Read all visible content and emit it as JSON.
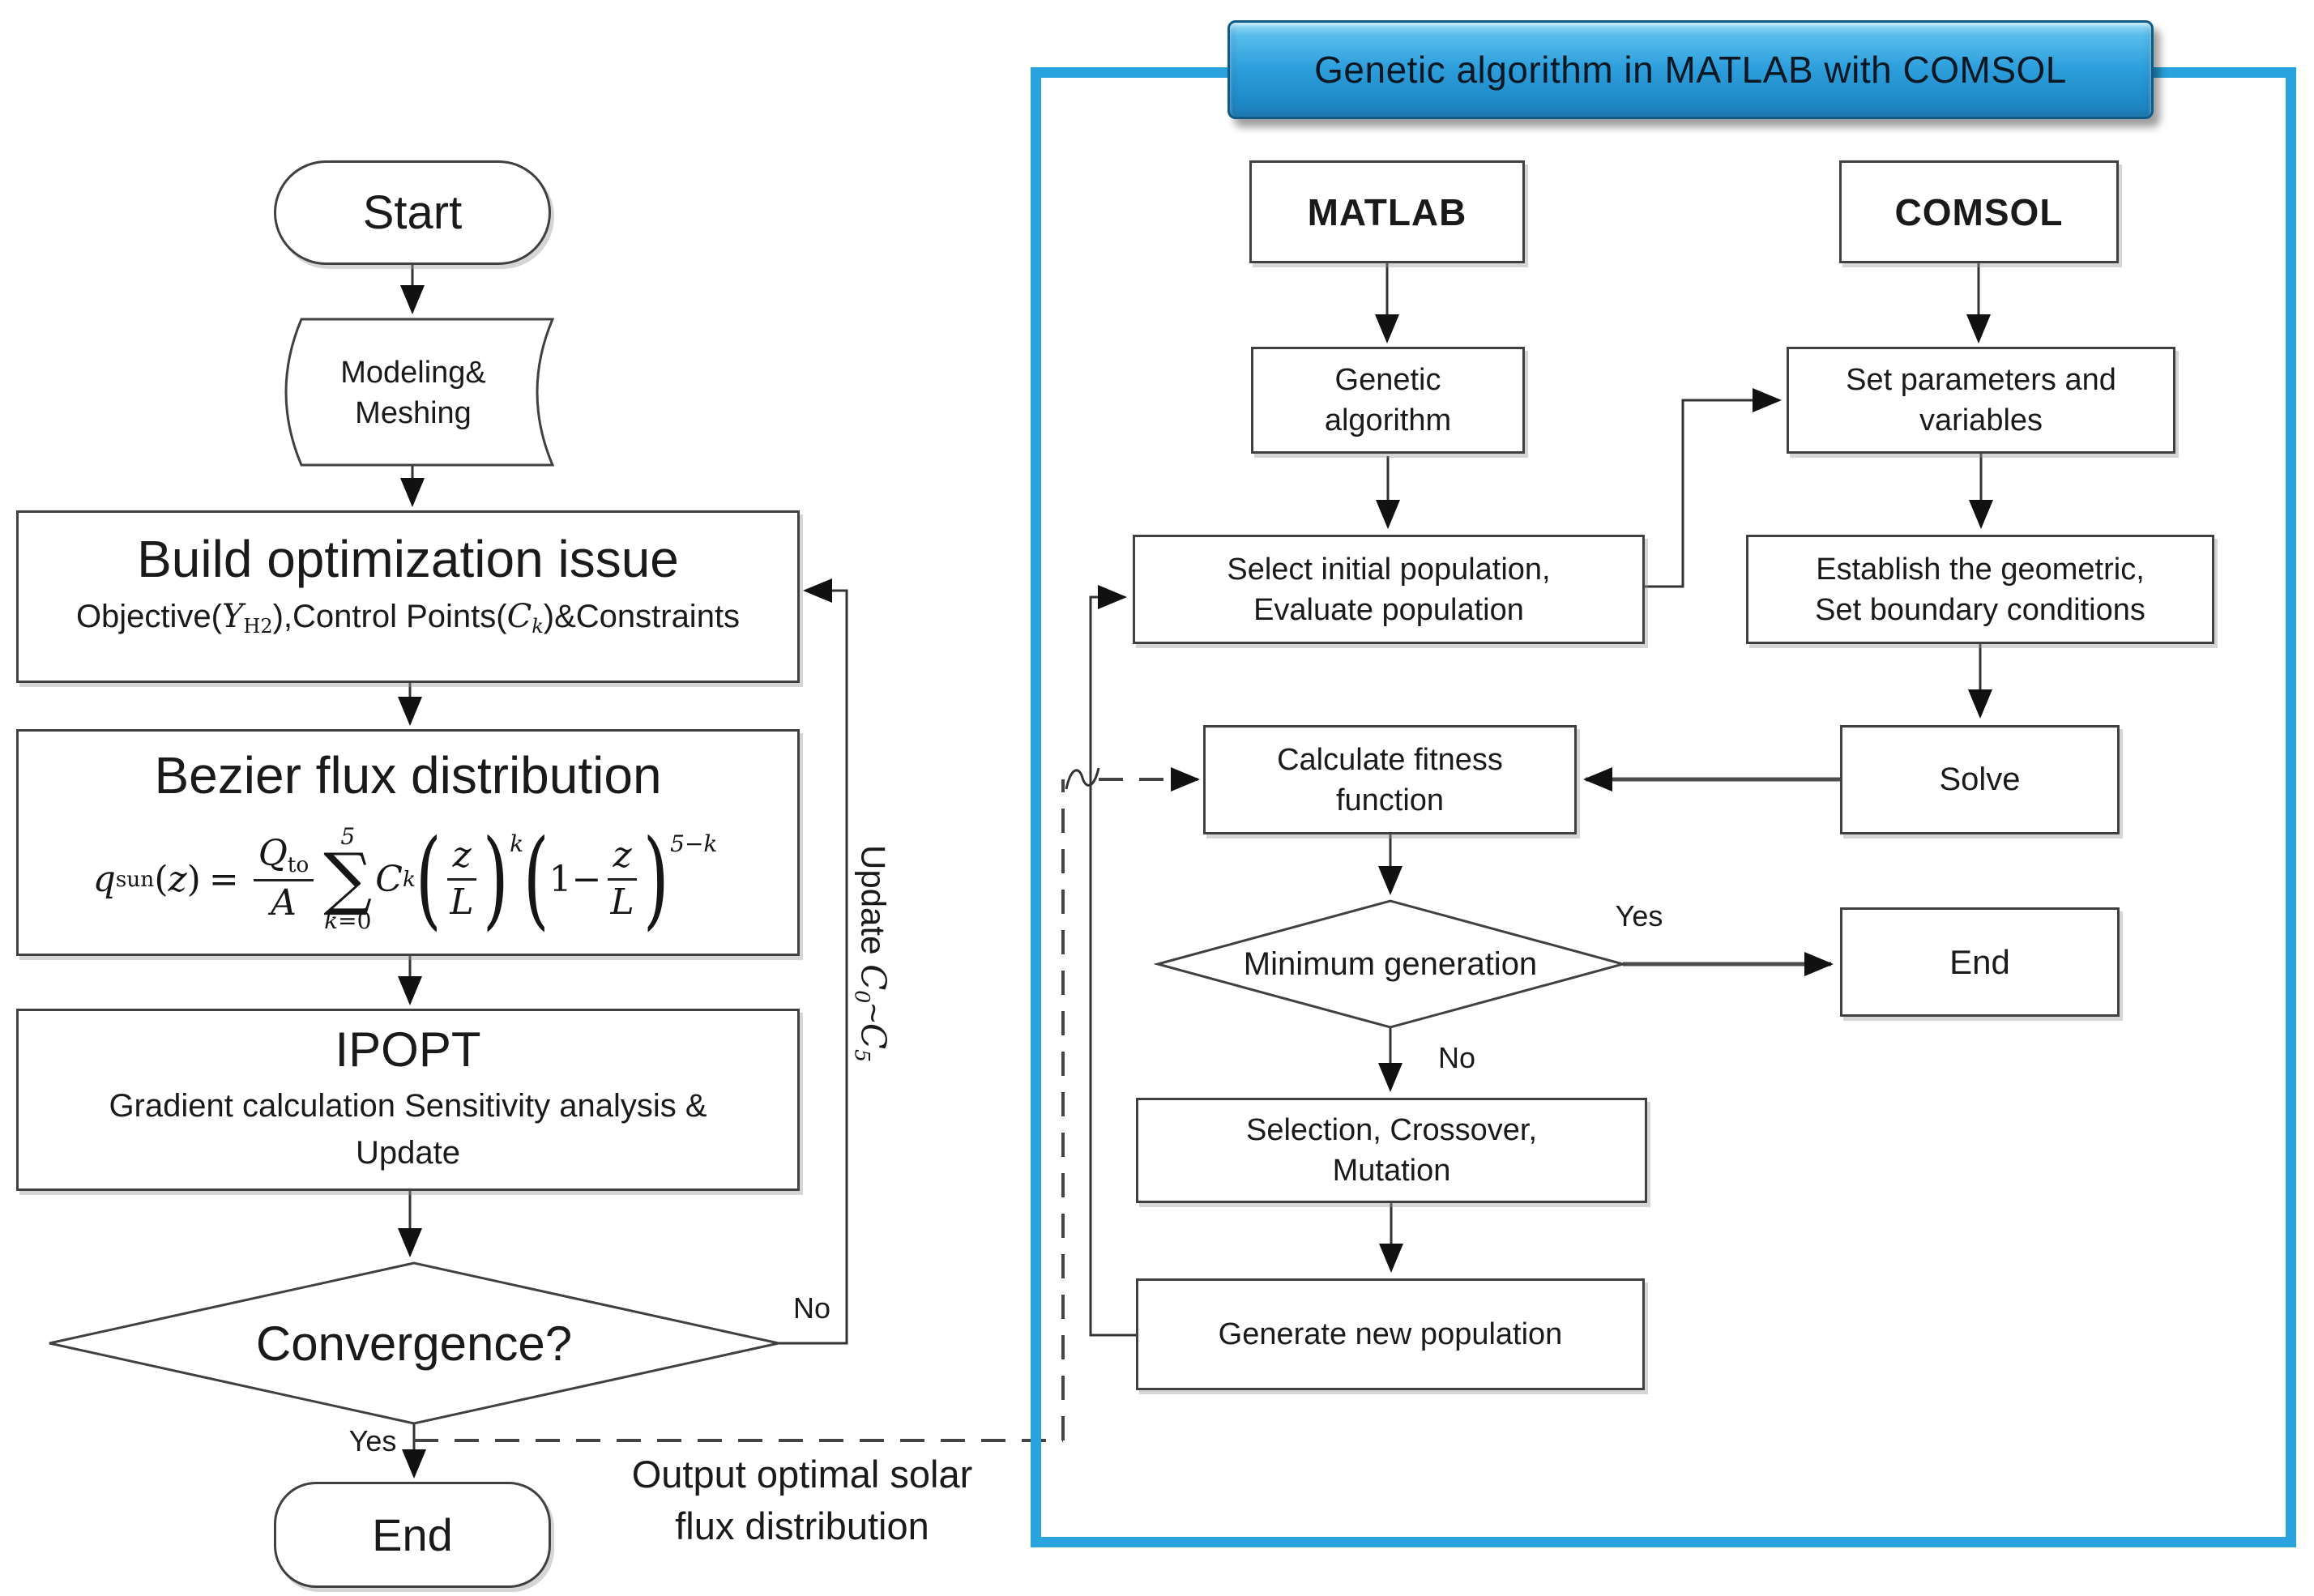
{
  "title": {
    "label": "Genetic algorithm in MATLAB with COMSOL"
  },
  "colors": {
    "panel_border": "#2AA3DE",
    "titlebar_mid": "#2FA7E0",
    "titlebar_dark_edge": "#0e5a88",
    "box_border": "#404040",
    "line": "#333333"
  },
  "left": {
    "start": "Start",
    "modeling_line1": "Modeling&",
    "modeling_line2": "Meshing",
    "build_title": "Build optimization issue",
    "build_sub": {
      "pre": "Objective(",
      "y": "Y",
      "y_sub": "H2",
      "mid": "),Control Points(",
      "c": "C",
      "c_sub": "k",
      "post": ")&Constraints"
    },
    "bezier_title": "Bezier flux distribution",
    "formula": {
      "q": "q",
      "q_sub": "sun",
      "lparen": "(",
      "z": "z",
      "rparen": ")",
      "equals": "=",
      "Q": "Q",
      "Q_sub": "to",
      "A": "A",
      "sum_top": "5",
      "sigma": "∑",
      "sum_bottom_k": "k",
      "sum_bottom_eq": "=0",
      "C": "C",
      "C_sub": "k",
      "frac1_num": "z",
      "frac1_den": "L",
      "exp1": "k",
      "one_minus": "1−",
      "frac2_num": "z",
      "frac2_den": "L",
      "exp2": "5−k"
    },
    "ipopt_title": "IPOPT",
    "ipopt_sub_line1": "Gradient calculation Sensitivity analysis &",
    "ipopt_sub_line2": "Update",
    "convergence": "Convergence?",
    "no_label": "No",
    "yes_label": "Yes",
    "end": "End",
    "update": {
      "word": "Update ",
      "c1": "C",
      "s1": "0",
      "tilde": "~",
      "c2": "C",
      "s2": "5"
    },
    "output_line1": "Output optimal solar",
    "output_line2": "flux distribution"
  },
  "right": {
    "matlab": "MATLAB",
    "comsol": "COMSOL",
    "genetic_line1": "Genetic",
    "genetic_line2": "algorithm",
    "setparams_line1": "Set parameters and",
    "setparams_line2": "variables",
    "select_line1": "Select initial population,",
    "select_line2": "Evaluate population",
    "establish_line1": "Establish the geometric,",
    "establish_line2": "Set boundary conditions",
    "calc_line1": "Calculate fitness",
    "calc_line2": "function",
    "solve": "Solve",
    "mingen": "Minimum generation",
    "yes_label": "Yes",
    "no_label": "No",
    "end": "End",
    "selection_line1": "Selection, Crossover,",
    "selection_line2": "Mutation",
    "generate": "Generate new population"
  }
}
